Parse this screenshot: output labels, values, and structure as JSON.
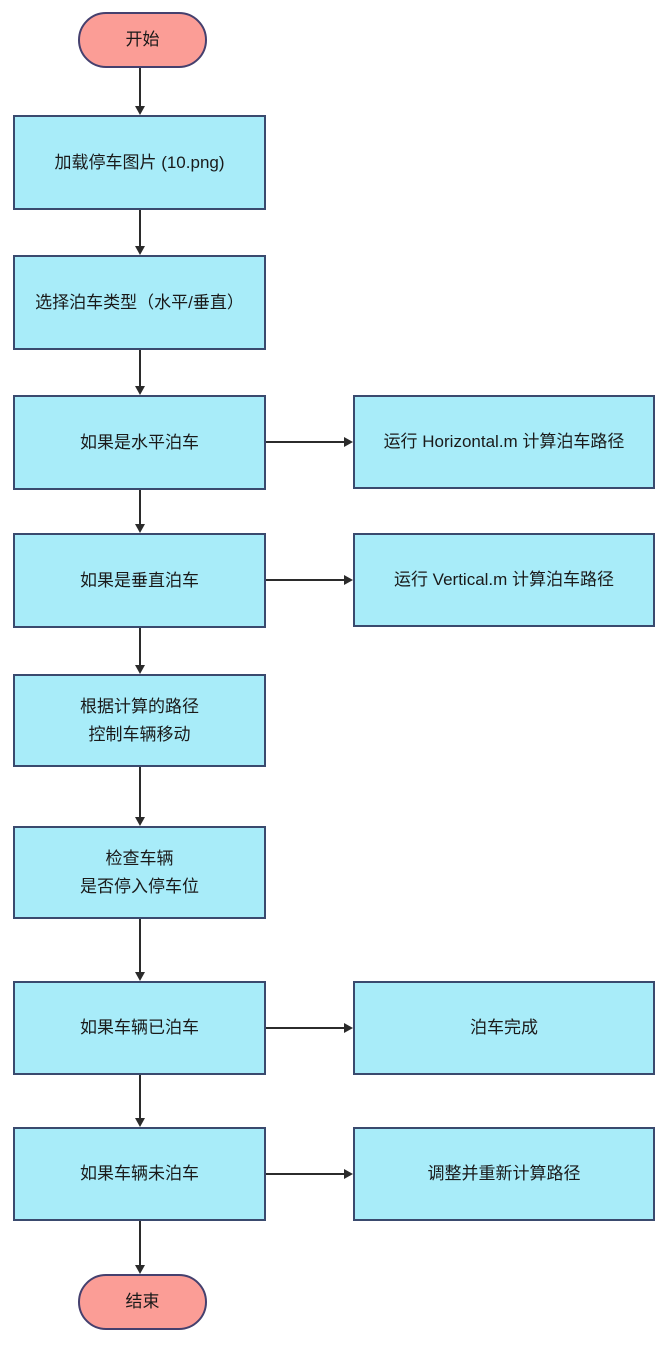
{
  "theme": {
    "process_fill": "#A8ECF9",
    "process_border": "#3A4A6E",
    "terminal_fill": "#FB9D96",
    "terminal_border": "#45406E",
    "arrow": "#2B2B2B",
    "text": "#1A1A1A",
    "background": "#FFFFFF"
  },
  "diagram": {
    "type": "flowchart",
    "nodes": {
      "start": {
        "shape": "terminal",
        "label": "开始"
      },
      "load_image": {
        "shape": "process",
        "label": "加载停车图片 (10.png)"
      },
      "select_type": {
        "shape": "process",
        "label": "选择泊车类型（水平/垂直）"
      },
      "if_horizontal": {
        "shape": "process",
        "label": "如果是水平泊车"
      },
      "run_horizontal": {
        "shape": "process",
        "label": "运行 Horizontal.m 计算泊车路径"
      },
      "if_vertical": {
        "shape": "process",
        "label": "如果是垂直泊车"
      },
      "run_vertical": {
        "shape": "process",
        "label": "运行 Vertical.m 计算泊车路径"
      },
      "control_move": {
        "shape": "process",
        "label": "根据计算的路径\n控制车辆移动"
      },
      "check_parked": {
        "shape": "process",
        "label": "检查车辆\n是否停入停车位"
      },
      "if_parked": {
        "shape": "process",
        "label": "如果车辆已泊车"
      },
      "parking_done": {
        "shape": "process",
        "label": "泊车完成"
      },
      "if_not_parked": {
        "shape": "process",
        "label": "如果车辆未泊车"
      },
      "adjust_recalc": {
        "shape": "process",
        "label": "调整并重新计算路径"
      },
      "end": {
        "shape": "terminal",
        "label": "结束"
      }
    },
    "edges": [
      {
        "from": "start",
        "to": "load_image",
        "direction": "down"
      },
      {
        "from": "load_image",
        "to": "select_type",
        "direction": "down"
      },
      {
        "from": "select_type",
        "to": "if_horizontal",
        "direction": "down"
      },
      {
        "from": "if_horizontal",
        "to": "run_horizontal",
        "direction": "right"
      },
      {
        "from": "if_horizontal",
        "to": "if_vertical",
        "direction": "down"
      },
      {
        "from": "if_vertical",
        "to": "run_vertical",
        "direction": "right"
      },
      {
        "from": "if_vertical",
        "to": "control_move",
        "direction": "down"
      },
      {
        "from": "control_move",
        "to": "check_parked",
        "direction": "down"
      },
      {
        "from": "check_parked",
        "to": "if_parked",
        "direction": "down"
      },
      {
        "from": "if_parked",
        "to": "parking_done",
        "direction": "right"
      },
      {
        "from": "if_parked",
        "to": "if_not_parked",
        "direction": "down"
      },
      {
        "from": "if_not_parked",
        "to": "adjust_recalc",
        "direction": "right"
      },
      {
        "from": "if_not_parked",
        "to": "end",
        "direction": "down"
      }
    ]
  }
}
